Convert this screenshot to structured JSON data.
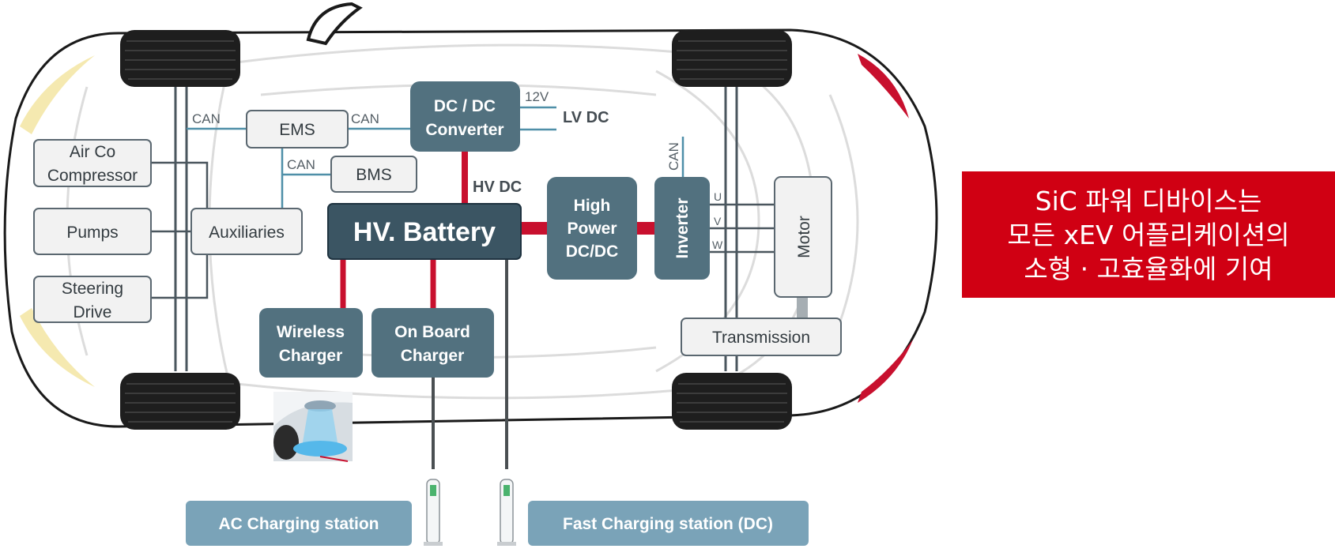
{
  "blocks": {
    "ems": "EMS",
    "bms": "BMS",
    "dcdc_line1": "DC / DC",
    "dcdc_line2": "Converter",
    "air_line1": "Air Co",
    "air_line2": "Compressor",
    "pumps": "Pumps",
    "steering_line1": "Steering",
    "steering_line2": "Drive",
    "auxiliaries": "Auxiliaries",
    "battery": "HV. Battery",
    "hpdc_line1": "High",
    "hpdc_line2": "Power",
    "hpdc_line3": "DC/DC",
    "inverter": "Inverter",
    "motor": "Motor",
    "transmission": "Transmission",
    "wireless_line1": "Wireless",
    "wireless_line2": "Charger",
    "onboard_line1": "On Board",
    "onboard_line2": "Charger"
  },
  "labels": {
    "can_1": "CAN",
    "can_2": "CAN",
    "can_3": "CAN",
    "can_inverter": "CAN",
    "v12": "12V",
    "lv_dc": "LV DC",
    "hv_dc": "HV DC",
    "phase_u": "U",
    "phase_v": "V",
    "phase_w": "W"
  },
  "stations": {
    "ac": "AC Charging station",
    "dc": "Fast Charging station (DC)"
  },
  "callout": {
    "line1": "SiC 파워 디바이스는",
    "line2": "모든 xEV 어플리케이션의",
    "line3": "소형 · 고효율화에 기여"
  },
  "colors": {
    "hv_power": "#c8102e",
    "can_bus": "#4f8fa8",
    "power_block": "#52717f",
    "callout_bg": "#d00013"
  }
}
